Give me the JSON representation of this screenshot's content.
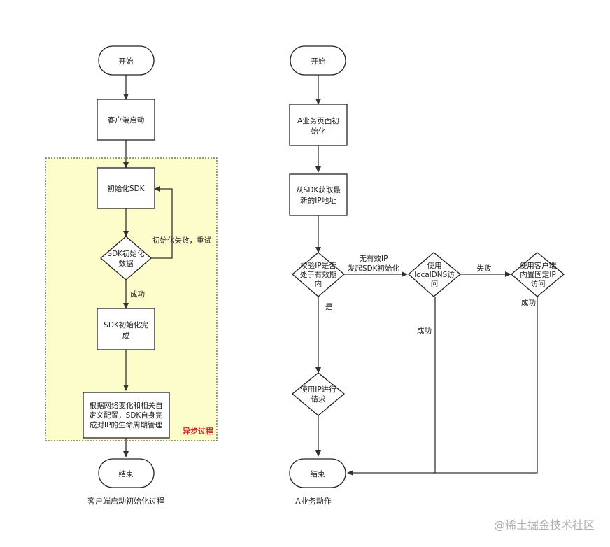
{
  "left_flow": {
    "start": "开始",
    "client_start": "客户端启动",
    "init_sdk": "初始化SDK",
    "decision": [
      "SDK初始化",
      "数据"
    ],
    "retry_label": "初始化失败，重试",
    "success_label": "成功",
    "init_done": [
      "SDK初始化完",
      "成"
    ],
    "manage": [
      "根据网络变化和相关自",
      "定义配置，SDK自身完",
      "成对IP的生命周期管理"
    ],
    "async_label": "异步过程",
    "end": "结束",
    "caption": "客户端启动初始化过程"
  },
  "right_flow": {
    "start": "开始",
    "page_init": [
      "A业务页面初",
      "始化"
    ],
    "get_ip": [
      "从SDK获取最",
      "新的IP地址"
    ],
    "check_ip": [
      "校验IP是否",
      "处于有效期",
      "内"
    ],
    "no_valid": [
      "无有效IP",
      "发起SDK初始化"
    ],
    "yes_label": "是",
    "local_dns": [
      "使用",
      "localDNS访",
      "问"
    ],
    "fail_label": "失败",
    "fixed_ip": [
      "使用客户端",
      "内置固定IP",
      "访问"
    ],
    "success_fixed": "成功",
    "success_dns": "成功",
    "use_ip": [
      "使用IP进行",
      "请求"
    ],
    "end": "结束",
    "caption": "A业务动作"
  },
  "watermark": "@稀土掘金技术社区",
  "colors": {
    "async_bg": "#fdfdcc",
    "async_text": "#e02020"
  }
}
